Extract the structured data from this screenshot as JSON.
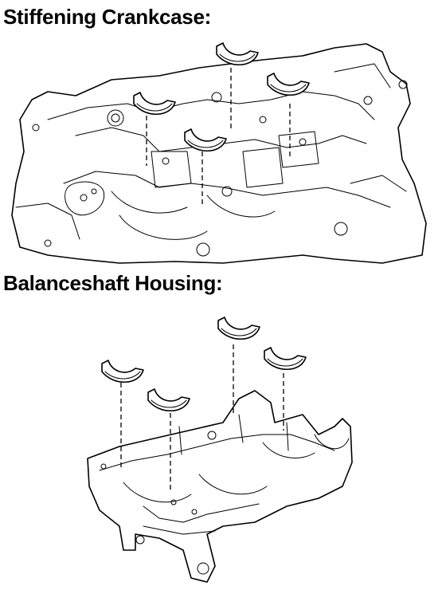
{
  "sections": [
    {
      "title": "Stiffening Crankcase:"
    },
    {
      "title": "Balanceshaft Housing:"
    }
  ],
  "diagram": {
    "top_bearing_shells": 4,
    "bottom_bearing_shells": 4
  }
}
